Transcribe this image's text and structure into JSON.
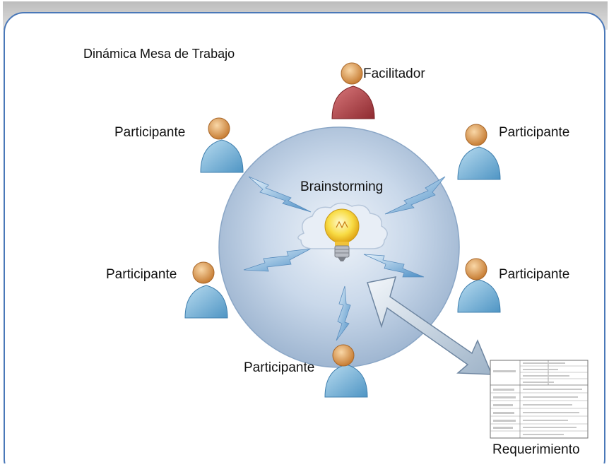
{
  "diagram": {
    "title": "Dinámica Mesa de Trabajo",
    "center_label": "Brainstorming",
    "facilitator_label": "Facilitador",
    "participant_labels": [
      "Participante",
      "Participante",
      "Participante",
      "Participante",
      "Participante"
    ],
    "output_label": "Requerimiento",
    "colors": {
      "frame_border": "#4a78b8",
      "frame_top_shadow": "#c8c8c8",
      "circle_fill": "#c6d7ea",
      "participant_body": "#7fb6d9",
      "facilitator_body": "#b04448",
      "head": "#e8a55a",
      "bulb": "#f6d84a"
    }
  }
}
